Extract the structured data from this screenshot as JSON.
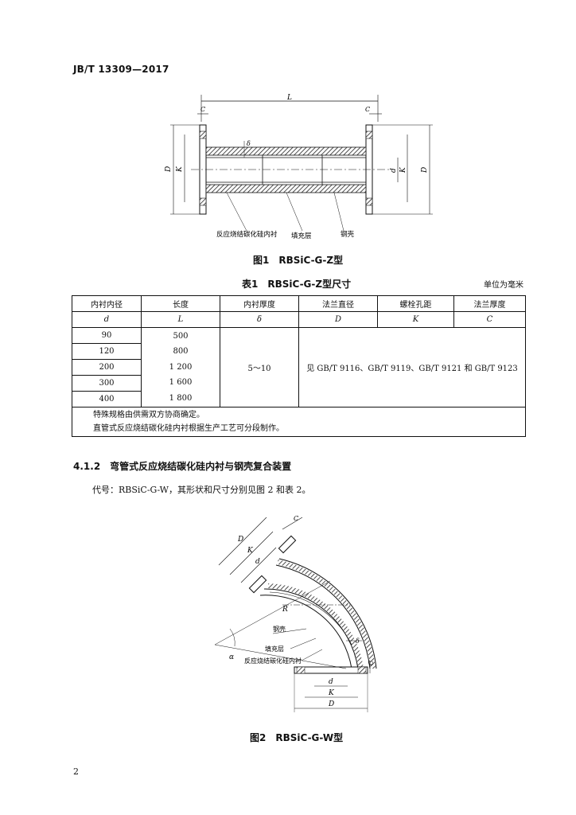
{
  "header": {
    "doc_id": "JB/T 13309—2017"
  },
  "figure1": {
    "labels": {
      "L": "L",
      "C": "C",
      "delta": "δ",
      "D": "D",
      "K": "K",
      "d": "d"
    },
    "callouts": [
      "反应烧结碳化硅内衬",
      "填充层",
      "钢壳"
    ],
    "caption": "图1　RBSiC-G-Z型"
  },
  "table1": {
    "title": "表1　RBSiC-G-Z型尺寸",
    "unit": "单位为毫米",
    "headers": [
      "内衬内径",
      "长度",
      "内衬厚度",
      "法兰直径",
      "螺栓孔距",
      "法兰厚度"
    ],
    "symbols": [
      "d",
      "L",
      "δ",
      "D",
      "K",
      "C"
    ],
    "col_d": [
      "90",
      "120",
      "200",
      "300",
      "400"
    ],
    "col_L": [
      "500",
      "800",
      "1 200",
      "1 600",
      "1 800"
    ],
    "thickness": "5～10",
    "flange_ref": "见 GB/T 9116、GB/T 9119、GB/T 9121 和 GB/T 9123",
    "notes": [
      "特殊规格由供需双方协商确定。",
      "直管式反应烧结碳化硅内衬根据生产工艺可分段制作。"
    ]
  },
  "section": {
    "heading": "4.1.2　弯管式反应烧结碳化硅内衬与钢壳复合装置",
    "body": "代号：RBSiC-G-W，其形状和尺寸分别见图 2 和表 2。"
  },
  "figure2": {
    "labels": {
      "C": "C",
      "D": "D",
      "K": "K",
      "d": "d",
      "R": "R",
      "alpha": "α",
      "delta": "δ"
    },
    "callouts": [
      "钢壳",
      "填充层",
      "反应烧结碳化硅内衬"
    ],
    "caption": "图2　RBSiC-G-W型"
  },
  "footer": {
    "page_number": "2"
  }
}
